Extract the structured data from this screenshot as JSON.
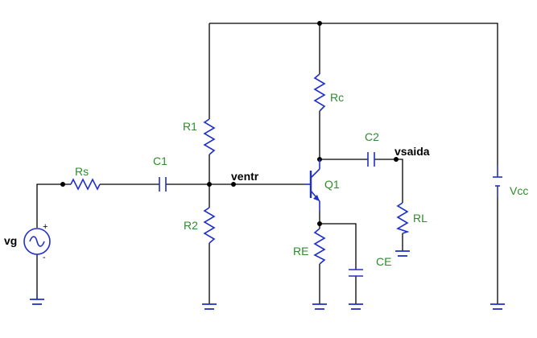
{
  "components": {
    "vg": "vg",
    "rs": "Rs",
    "c1": "C1",
    "r1": "R1",
    "r2": "R2",
    "rc": "Rc",
    "q1": "Q1",
    "c2": "C2",
    "rl": "RL",
    "re": "RE",
    "ce": "CE",
    "vcc": "Vcc"
  },
  "nets": {
    "input_node": "ventr",
    "output_node": "vsaida"
  },
  "source_polarity": {
    "plus": "+",
    "minus": "-"
  },
  "colors": {
    "wire": "#000000",
    "component": "#1f2fc9",
    "label": "#2e8b2e"
  }
}
